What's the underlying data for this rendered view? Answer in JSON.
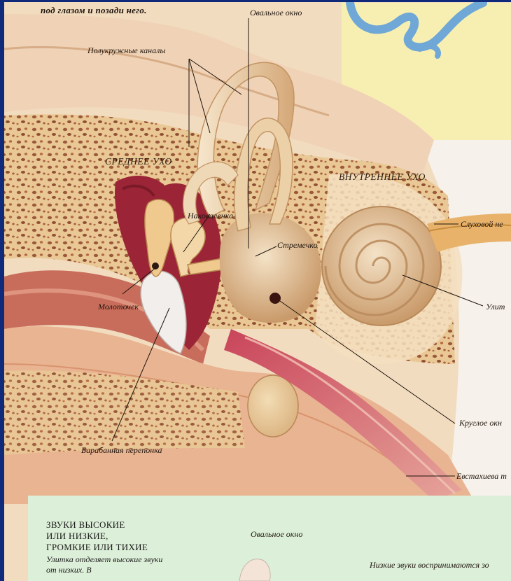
{
  "top_note": "под глазом и позади него.",
  "labels": {
    "oval_window": "Овальное окно",
    "semicircular_canals": "Полукружные каналы",
    "middle_ear": "СРЕДНЕЕ УХО",
    "inner_ear": "ВНУТРЕННЕЕ УХО",
    "incus": "Наковаленка",
    "auditory_nerve": "Слуховой не",
    "stapes": "Стремечко",
    "malleus": "Молоточек",
    "cochlea": "Улит",
    "round_window": "Круглое окн",
    "eardrum": "Барабанная перепонка",
    "eustachian_tube": "Евстахиева т"
  },
  "panel": {
    "title_lines": [
      "ЗВУКИ ВЫСОКИЕ",
      "ИЛИ НИЗКИЕ,",
      "ГРОМКИЕ ИЛИ ТИХИЕ"
    ],
    "text_lines": [
      "Улитка отделяет высокие звуки",
      "от низких. В"
    ],
    "oval_window_label": "Овальное окно",
    "low_sounds": "Низкие звуки воспринимаются зо"
  },
  "colors": {
    "accent_blue": "#0f2a7a",
    "bone": "#e8cfa4",
    "flesh": "#d98a72",
    "deep_red": "#a8323a",
    "panel_green": "#dcefd8",
    "yellow_box": "#f7efb2"
  }
}
